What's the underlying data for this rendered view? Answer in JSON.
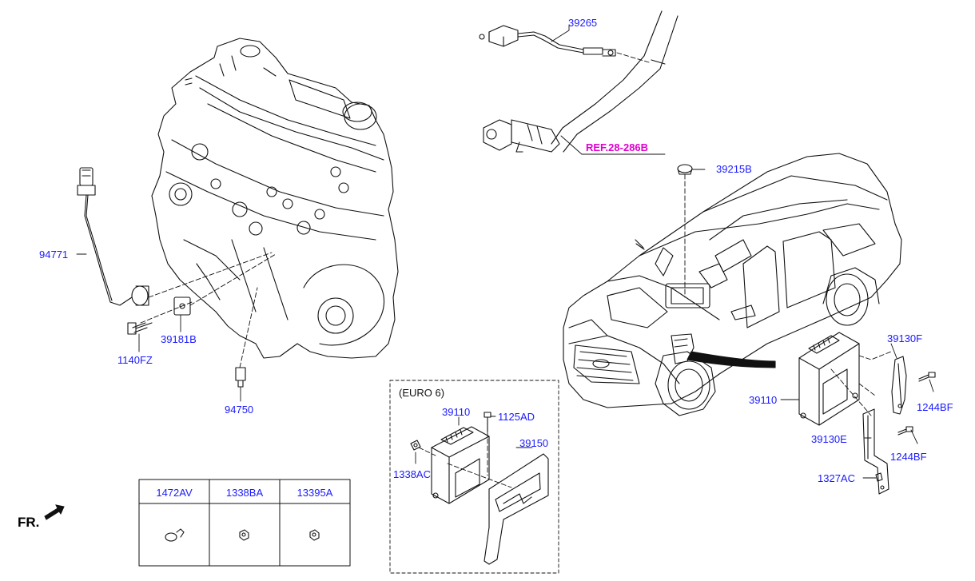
{
  "labels": {
    "p39265": "39265",
    "ref": "REF.28-286B",
    "p39215b": "39215B",
    "p94771": "94771",
    "p39181b": "39181B",
    "p1140fz": "1140FZ",
    "p94750": "94750",
    "euro6": "(EURO 6)",
    "p39110_inset": "39110",
    "p1125ad": "1125AD",
    "p39150": "39150",
    "p1338ac": "1338AC",
    "p39130f": "39130F",
    "p39110_main": "39110",
    "p1244bf_top": "1244BF",
    "p39130e": "39130E",
    "p1244bf_bottom": "1244BF",
    "p1327ac": "1327AC",
    "fr": "FR."
  },
  "table": {
    "headers": [
      "1472AV",
      "1338BA",
      "13395A"
    ]
  },
  "colors": {
    "part_number": "#1a1aff",
    "reference": "#e000d0",
    "line_art": "#111111"
  }
}
